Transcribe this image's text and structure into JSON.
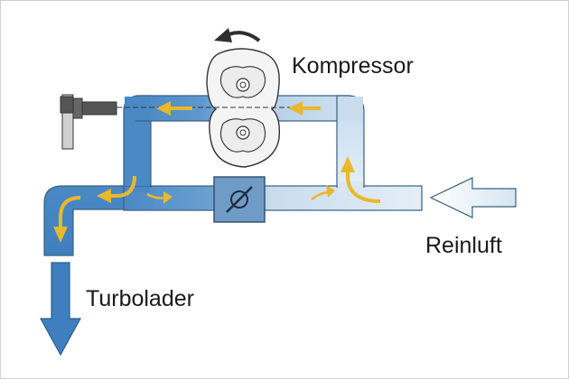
{
  "labels": {
    "compressor": "Kompressor",
    "clean_air": "Reinluft",
    "turbocharger": "Turbolader"
  },
  "colors": {
    "duct_dark": "#4a89c4",
    "duct_light": "#dce9f4",
    "duct_outline": "#3a5f80",
    "flow_arrow": "#e9b82c",
    "outer_arrow": "#3f7fbf",
    "outer_arrow_light": "#dbe8f3",
    "valve_box": "#6f9cc6",
    "compressor_body": "#f4f4f4",
    "linkage": "#555555"
  },
  "icons": {
    "rotation": "rotation-arrow-icon",
    "throttle": "throttle-valve-icon",
    "flow": "flow-arrow-icon"
  }
}
